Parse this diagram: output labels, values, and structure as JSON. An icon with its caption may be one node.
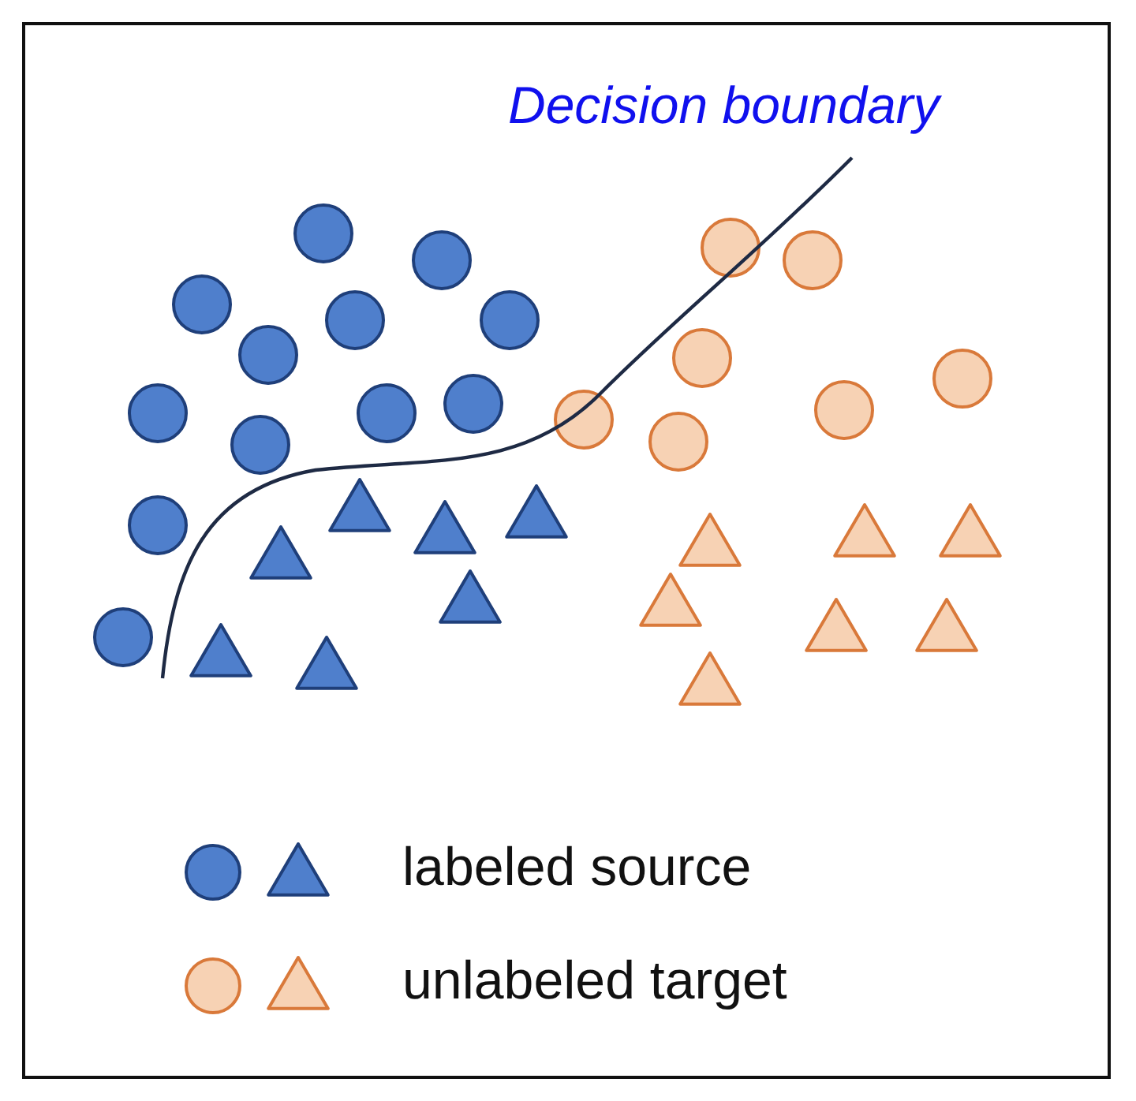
{
  "diagram": {
    "labels": [
      "Decision boundary"
    ],
    "legend": [
      {
        "text": "labeled source"
      },
      {
        "text": "unlabeled target"
      }
    ]
  }
}
